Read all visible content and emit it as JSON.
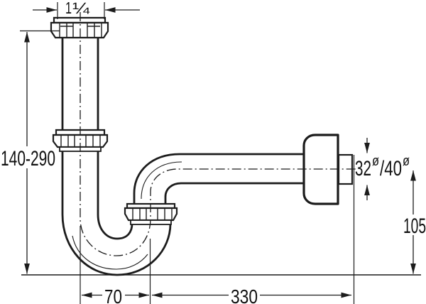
{
  "colors": {
    "line": "#1c1c1c",
    "background": "#ffffff",
    "text": "#111111"
  },
  "dimensions": {
    "inlet_size": {
      "whole": "1",
      "fraction": "¼"
    },
    "height_range": "140-290",
    "outlet_diameter": {
      "d1": "32",
      "sup1": "ø",
      "d2": "/40",
      "sup2": "ø"
    },
    "outlet_height": "105",
    "trap_offset": "70",
    "outlet_length": "330"
  }
}
